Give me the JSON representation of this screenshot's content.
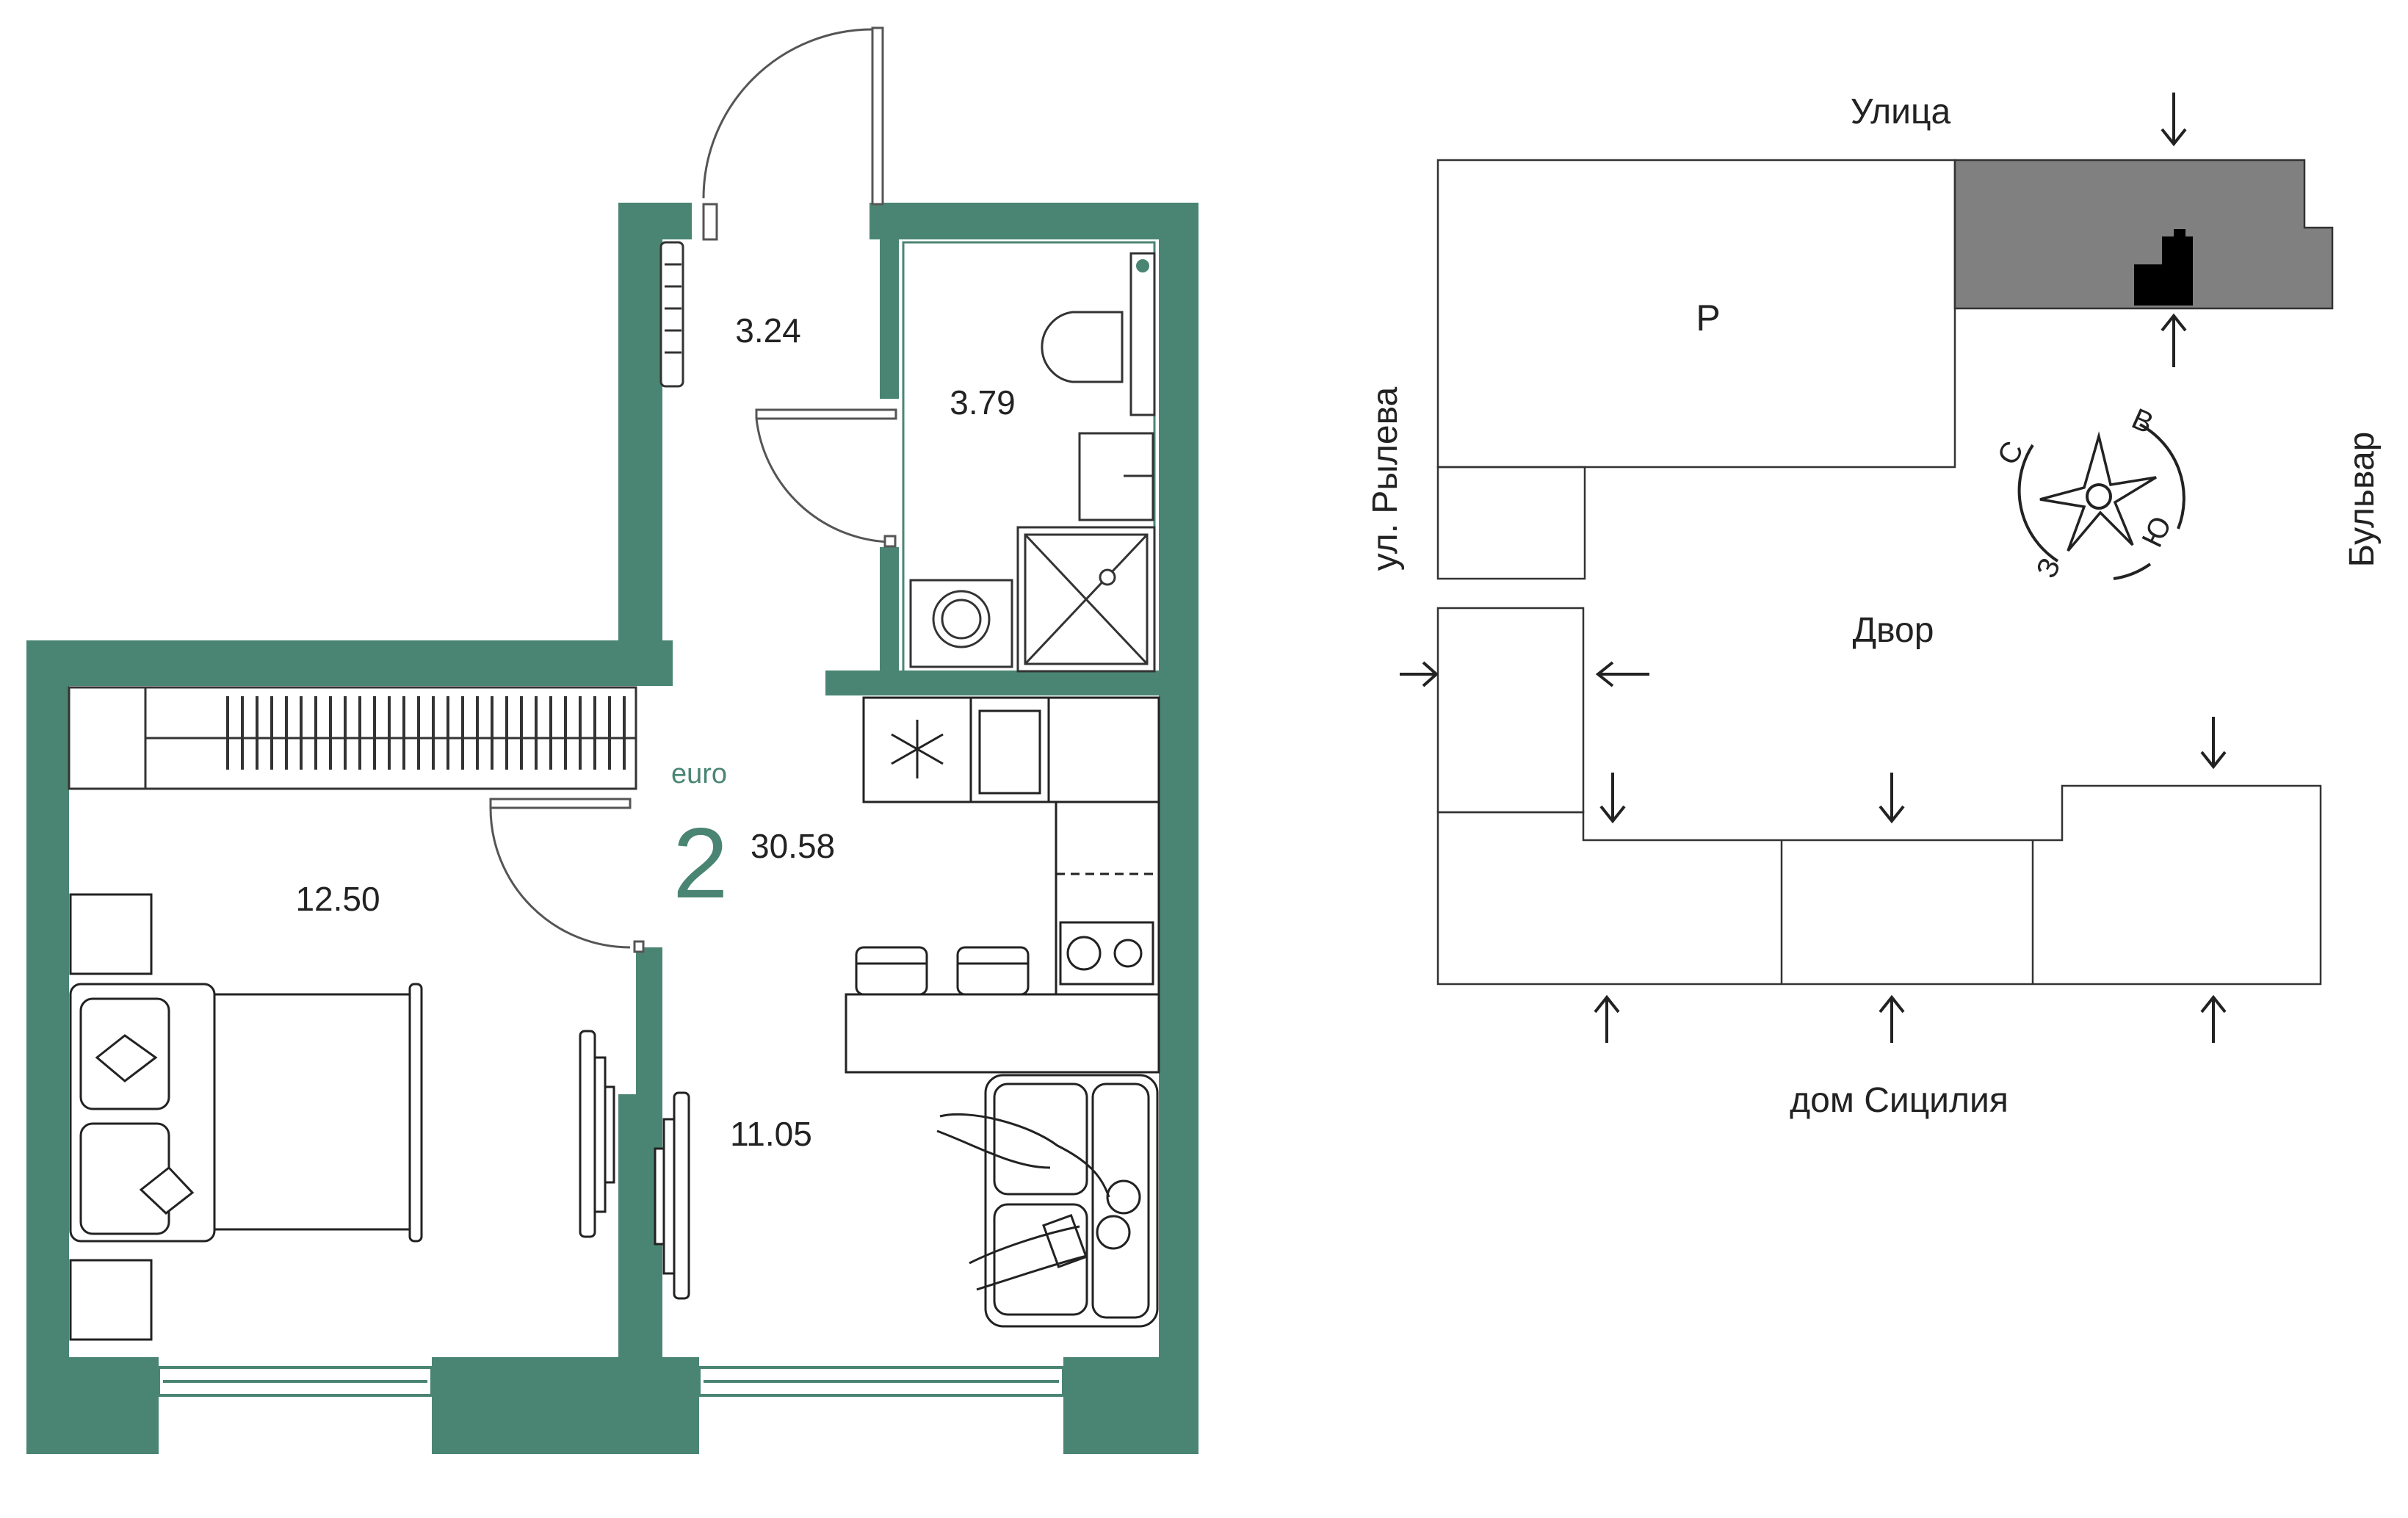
{
  "plan": {
    "type_label": "euro",
    "rooms_count": "2",
    "total_area": "30.58",
    "rooms": [
      {
        "area": "3.24"
      },
      {
        "area": "3.79"
      },
      {
        "area": "12.50"
      },
      {
        "area": "11.05"
      }
    ]
  },
  "site": {
    "street_top": "Улица",
    "street_left": "ул. Рылева",
    "boulevard_right": "Бульвар",
    "yard": "Двор",
    "bottom_building": "дом Сицилия",
    "parking": "Р",
    "compass": {
      "n": "С",
      "e": "В",
      "s": "Ю",
      "w": "З"
    }
  },
  "colors": {
    "wall": "#4a8573",
    "accent": "#4a8573",
    "highlight_block": "#808080",
    "apartment_marker": "#000000",
    "line": "#000000"
  }
}
